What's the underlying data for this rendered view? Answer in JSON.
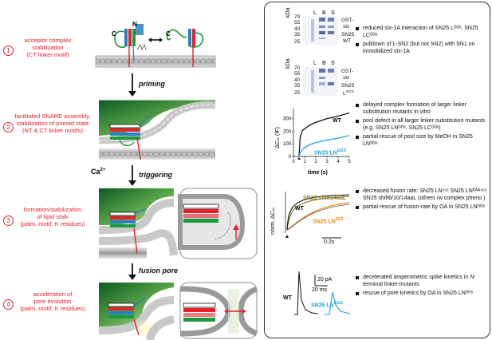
{
  "steps": [
    {
      "num": "1",
      "text": "acceptor complex\nstabilization\n(CT linker motif)"
    },
    {
      "num": "2",
      "text": "facilitated SNARE assembly,\nstabilization of primed state\n(NT & CT linker motifs)"
    },
    {
      "num": "3",
      "text": "formation/stabilization\nof lipid stalk\n(palm. motif, K residues)"
    },
    {
      "num": "4",
      "text": "acceleration of\npore evolution\n(palm. motif, K residues)"
    }
  ],
  "transitions": {
    "priming": "priming",
    "ca": "Ca",
    "ca_sup": "2+",
    "triggering": "triggering",
    "fusion_pore": "fusion pore"
  },
  "diagram_labels": {
    "c": "C",
    "n": "N",
    "c2": "C"
  },
  "gel": {
    "kda": "kDa",
    "lanes": [
      "L",
      "B",
      "S"
    ],
    "markers_top": [
      "70",
      "55",
      "40",
      "35",
      "25"
    ],
    "markers_bottom": [
      "70",
      "55",
      "40",
      "35",
      "25"
    ],
    "label_top_1": "GST-",
    "label_top_2": "stx",
    "label_top_3": "SN25",
    "label_top_4": "WT",
    "label_bot_1": "GST-",
    "label_bot_2": "stx",
    "label_bot_3": "SN25",
    "label_bot_4": "L",
    "label_bot_4_sup": "GGS"
  },
  "notes_gel": [
    "reduced stx-1A interaction of SN25 Lᴳᴳˢ, SN25 LCᴳᴳˢ",
    "pulldown of L-SN2 (but not SN2) with SN1 on immobilized stx-1A"
  ],
  "chart_capacitance": {
    "ylabel": "ΔCₘ (fF)",
    "xlabel": "time (s)",
    "yticks": [
      "0",
      "100",
      "200",
      "300"
    ],
    "xticks": [
      "0",
      "1",
      "2",
      "3",
      "4",
      "5"
    ],
    "series_wt": "WT",
    "series_mut": "SN25 LN",
    "series_mut_sup": "GGS"
  },
  "chart_data": [
    {
      "type": "line",
      "x": [
        0.5,
        0.6,
        0.8,
        1.0,
        1.5,
        2.0,
        3.0,
        4.0,
        5.0
      ],
      "series": [
        {
          "name": "WT",
          "values": [
            0,
            150,
            205,
            220,
            250,
            270,
            300,
            320,
            345
          ]
        },
        {
          "name": "SN25 LN GGS",
          "values": [
            0,
            30,
            55,
            70,
            95,
            110,
            130,
            145,
            165
          ]
        }
      ],
      "xlabel": "time (s)",
      "ylabel": "ΔCₘ (fF)",
      "xlim": [
        0,
        5
      ],
      "ylim": [
        0,
        380
      ]
    }
  ],
  "notes_cap": [
    "delayed complex formation of larger linker substitution mutants in vitro",
    "pool defect in all larger linker substitution mutants (e.g. SN25 LNᴳᴳˢ, SN25 LCᴳᴳˢ)",
    "partial rescue of pool size by MeOH in SN25 LNᴳᴳˢ"
  ],
  "chart_norm": {
    "ylabel": "norm. ΔCₘ",
    "series_a": "SN25 shift14aaL",
    "series_wt": "WT",
    "series_b": "SN25 LN",
    "series_b_sup": "4CS",
    "scale": "0.2s"
  },
  "notes_norm": [
    "decreased fusion rate: SN25 LN⁴ᶜˢ SN25 LNᴷᴬᴬ⁴ᶜˢ SN25 shift6/10/14aaL (others /w complex pheno.)",
    "partial rescue of fusion-rate by OA in SN25 LNᴳᴳˢ"
  ],
  "chart_amp": {
    "scale_pa": "20 pA",
    "scale_ms": "20 ms",
    "series_wt": "WT",
    "series_mut": "SN25 LN",
    "series_mut_sup": "GGS"
  },
  "notes_amp": [
    "decelerated amperometric spike kinetics in N-terminal linker-mutants",
    "rescue of pore kinetics by OA in SN25 LNᴳᴳˢ"
  ],
  "colors": {
    "accent_red": "#e8202a",
    "syntaxin_blue": "#2a7fc1",
    "snap_green": "#1a9b3c",
    "mutant_cyan": "#1ea5dc",
    "mutant_orange": "#f08a1c",
    "shift_olive": "#8d7a2a",
    "membrane_gray": "#8a8a8a"
  }
}
